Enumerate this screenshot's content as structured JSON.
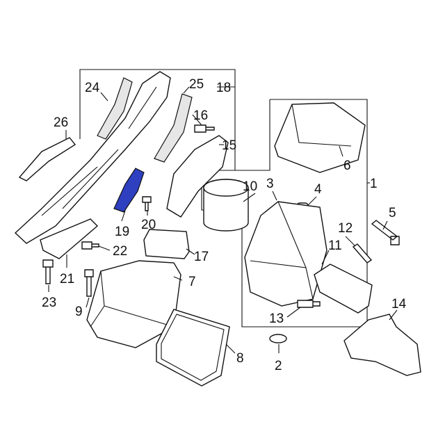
{
  "diagram": {
    "title": "Air intake assembly parts diagram",
    "highlight_color": "#2e3fbf",
    "highlighted_part": "19",
    "callouts": [
      "1",
      "2",
      "3",
      "4",
      "5",
      "6",
      "7",
      "8",
      "9",
      "10",
      "11",
      "12",
      "13",
      "14",
      "15",
      "16",
      "17",
      "18",
      "19",
      "20",
      "21",
      "22",
      "23",
      "24",
      "25",
      "26"
    ]
  }
}
